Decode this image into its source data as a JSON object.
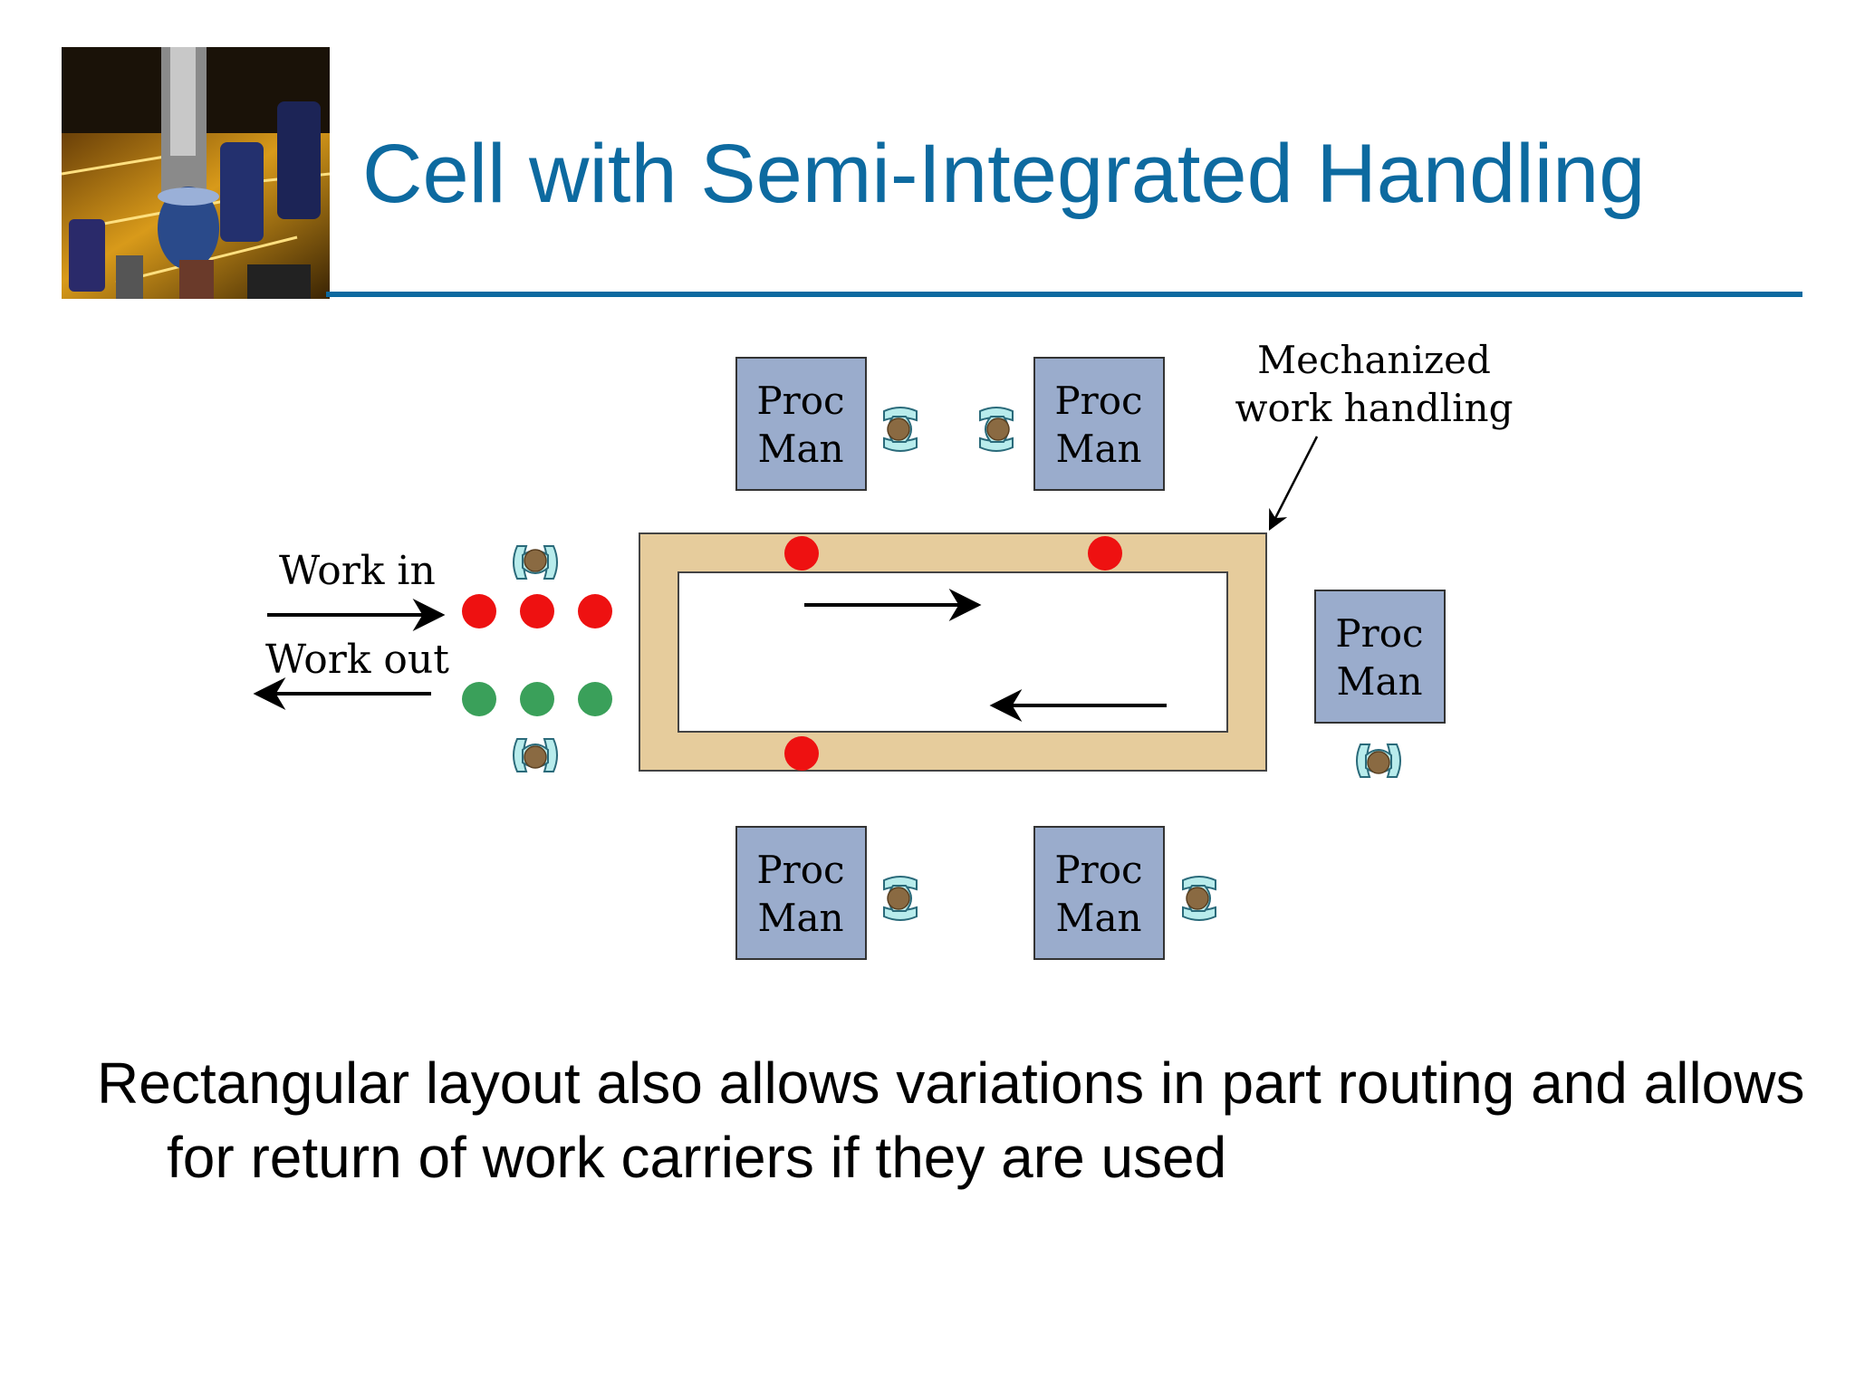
{
  "slide": {
    "title": "Cell with Semi-Integrated Handling",
    "body": "Rectangular layout also allows variations in part routing and allows for return of work carriers if they are used"
  },
  "diagram": {
    "stations": [
      {
        "id": "top-left",
        "line1": "Proc",
        "line2": "Man"
      },
      {
        "id": "top-right",
        "line1": "Proc",
        "line2": "Man"
      },
      {
        "id": "right",
        "line1": "Proc",
        "line2": "Man"
      },
      {
        "id": "bottom-left",
        "line1": "Proc",
        "line2": "Man"
      },
      {
        "id": "bottom-right",
        "line1": "Proc",
        "line2": "Man"
      }
    ],
    "conveyor_label_line1": "Mechanized",
    "conveyor_label_line2": "work handling",
    "work_in_label": "Work in",
    "work_out_label": "Work out"
  },
  "colors": {
    "title": "#0d6aa0",
    "station_fill": "#9aaccc",
    "conveyor": "#e6cc9c",
    "part_in": "#ee1111",
    "part_out": "#3aa05a",
    "worker_body": "#b8ecec",
    "worker_head": "#8a6a42"
  },
  "icons": {
    "photo": "circuit-board-photo",
    "worker": "worker-icon"
  }
}
